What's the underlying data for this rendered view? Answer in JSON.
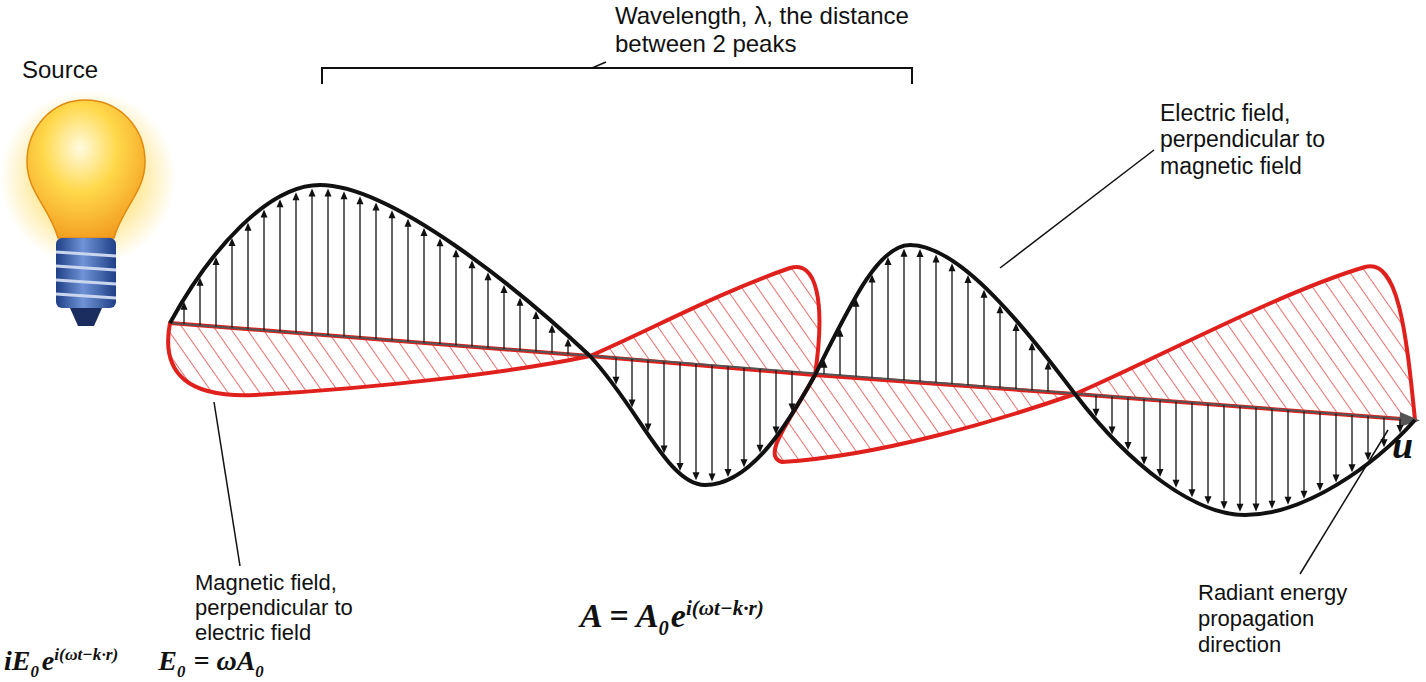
{
  "diagram": {
    "labels": [
      "Wavelength, λ, the distance between 2 peaks",
      "Source",
      "Electric field, perpendicular to magnetic field",
      "Magnetic field, perpendicular to electric field",
      "Radiant energy propagation direction",
      "u",
      "A = A",
      "0",
      "e",
      "i(ωt−k·r)",
      "iE",
      "0",
      "e",
      "i(ωt−k·r)",
      "E",
      "0",
      "= ωA",
      "0"
    ]
  }
}
